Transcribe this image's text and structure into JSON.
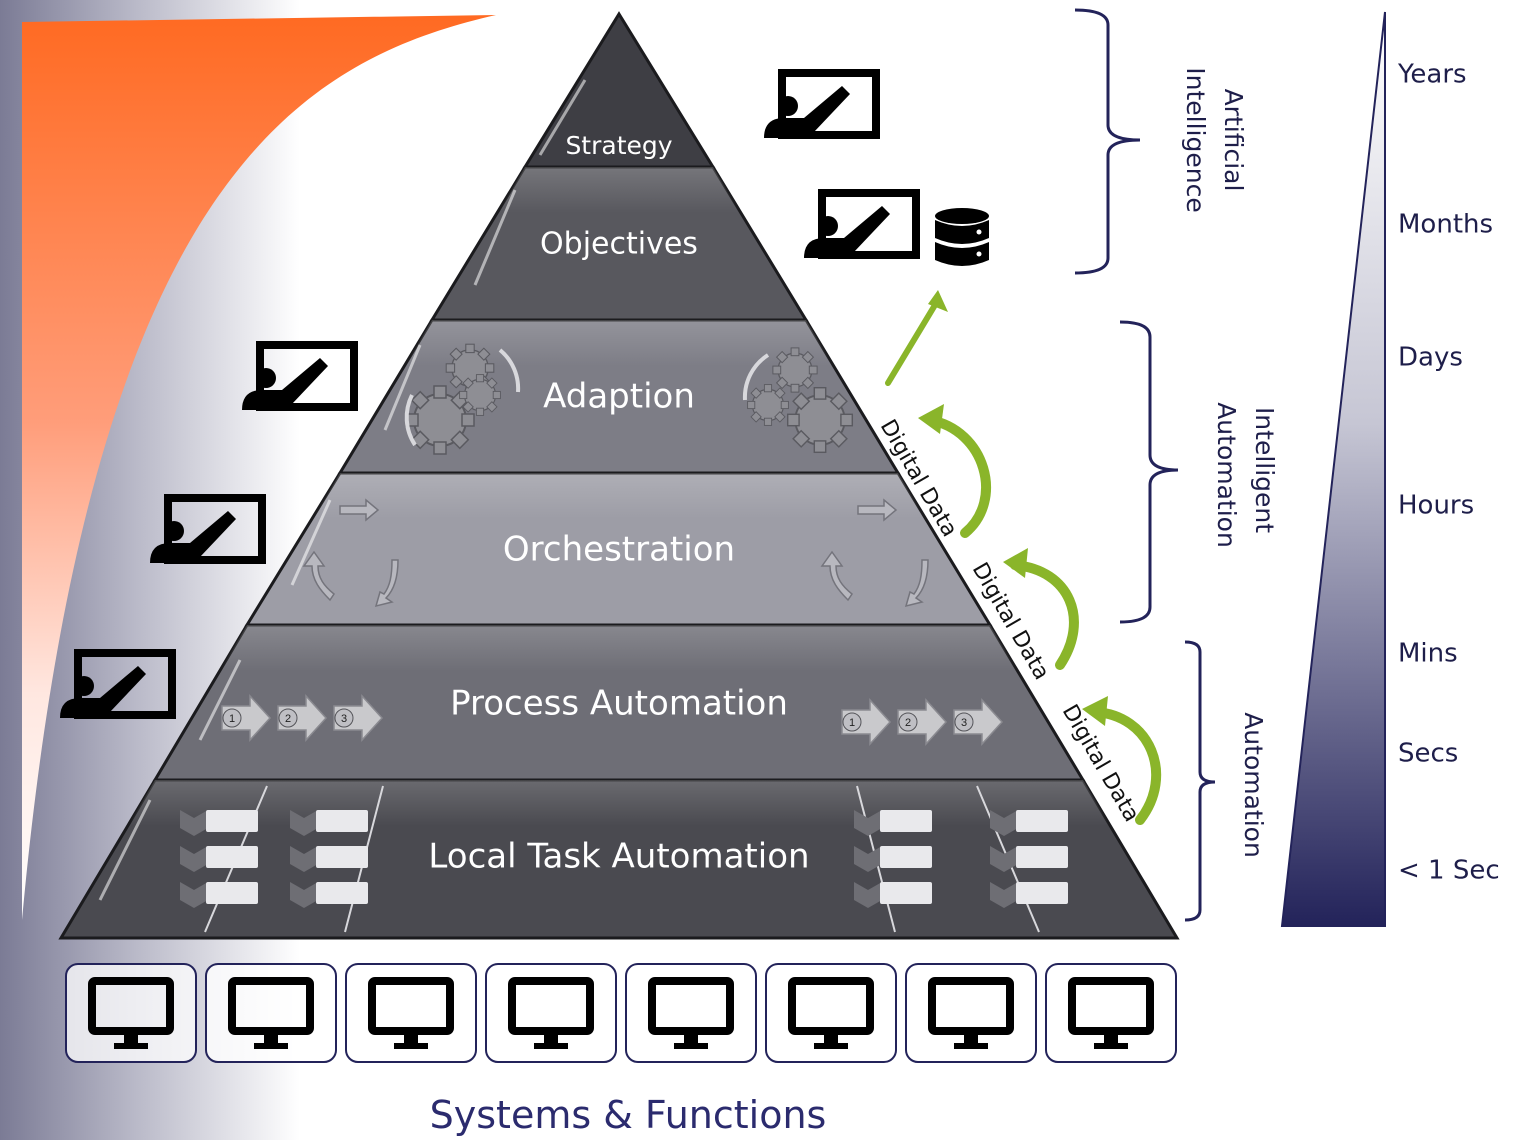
{
  "pyramid": {
    "levels": [
      {
        "id": "strategy",
        "label": "Strategy"
      },
      {
        "id": "objectives",
        "label": "Objectives"
      },
      {
        "id": "adaption",
        "label": "Adaption"
      },
      {
        "id": "orchestration",
        "label": "Orchestration"
      },
      {
        "id": "process",
        "label": "Process Automation"
      },
      {
        "id": "local",
        "label": "Local Task Automation"
      }
    ]
  },
  "digital_data_label": "Digital Data",
  "brackets": {
    "ai": {
      "line1": "Artificial",
      "line2": "Intelligence"
    },
    "intelligent": {
      "line1": "Intelligent",
      "line2": "Automation"
    },
    "automation": {
      "line1": "Automation"
    }
  },
  "timescale": [
    "Years",
    "Months",
    "Days",
    "Hours",
    "Mins",
    "Secs",
    "< 1 Sec"
  ],
  "systems_label": "Systems & Functions",
  "step_numbers": [
    "1",
    "2",
    "3"
  ],
  "colors": {
    "accent_orange": "#ff6a2a",
    "navy": "#23235a",
    "green_arrow": "#8ab52a"
  }
}
